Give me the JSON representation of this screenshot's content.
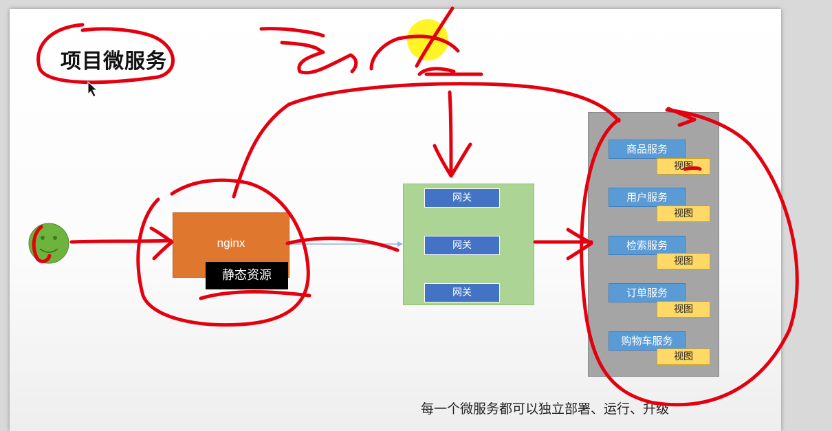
{
  "title": "项目微服务",
  "nginx": {
    "label": "nginx",
    "static_label": "静态资源"
  },
  "gateways": [
    "网关",
    "网关",
    "网关"
  ],
  "services": [
    {
      "name": "商品服务",
      "view": "视图"
    },
    {
      "name": "用户服务",
      "view": "视图"
    },
    {
      "name": "检索服务",
      "view": "视图"
    },
    {
      "name": "订单服务",
      "view": "视图"
    },
    {
      "name": "购物车服务",
      "view": "视图"
    }
  ],
  "footer": "每一个微服务都可以独立部署、运行、升级",
  "colors": {
    "annotation_ink": "#e3000f",
    "nginx": "#e0772f",
    "gateway_panel": "#acd494",
    "gateway": "#4472c4",
    "services_panel": "#a5a5a5",
    "service": "#5b9bd5",
    "view": "#ffd966",
    "user": "#6fb33f",
    "highlight": "#fff200"
  },
  "icons": {
    "user": "user-face-icon",
    "cursor": "mouse-cursor-icon"
  }
}
